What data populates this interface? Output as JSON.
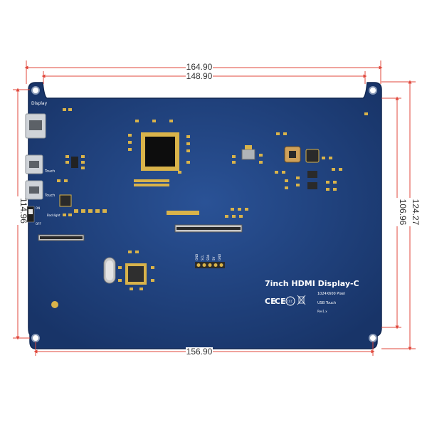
{
  "dimensions": {
    "top_outer": "164.90",
    "top_inner": "148.90",
    "bottom": "156.90",
    "left": "114.96",
    "right_outer": "124.27",
    "right_inner": "106.96"
  },
  "board": {
    "title": "7inch HDMI Display-C",
    "resolution": "1024X600 Pixel",
    "touch": "USB Touch",
    "revision": "Rev1.x",
    "certifications": [
      "CE",
      "CE",
      "CCC",
      "WEEE"
    ],
    "silkscreen": {
      "display": "Display",
      "touch1": "Touch",
      "touch2": "Touch",
      "on": "ON",
      "off": "OFF",
      "backlight": "Backlight"
    },
    "pins": [
      "GND",
      "SCL",
      "SDA",
      "5V",
      "GND"
    ]
  },
  "colors": {
    "board": "#1e3f7a",
    "dimension": "#e0473b",
    "pads": "#d9b34a"
  }
}
